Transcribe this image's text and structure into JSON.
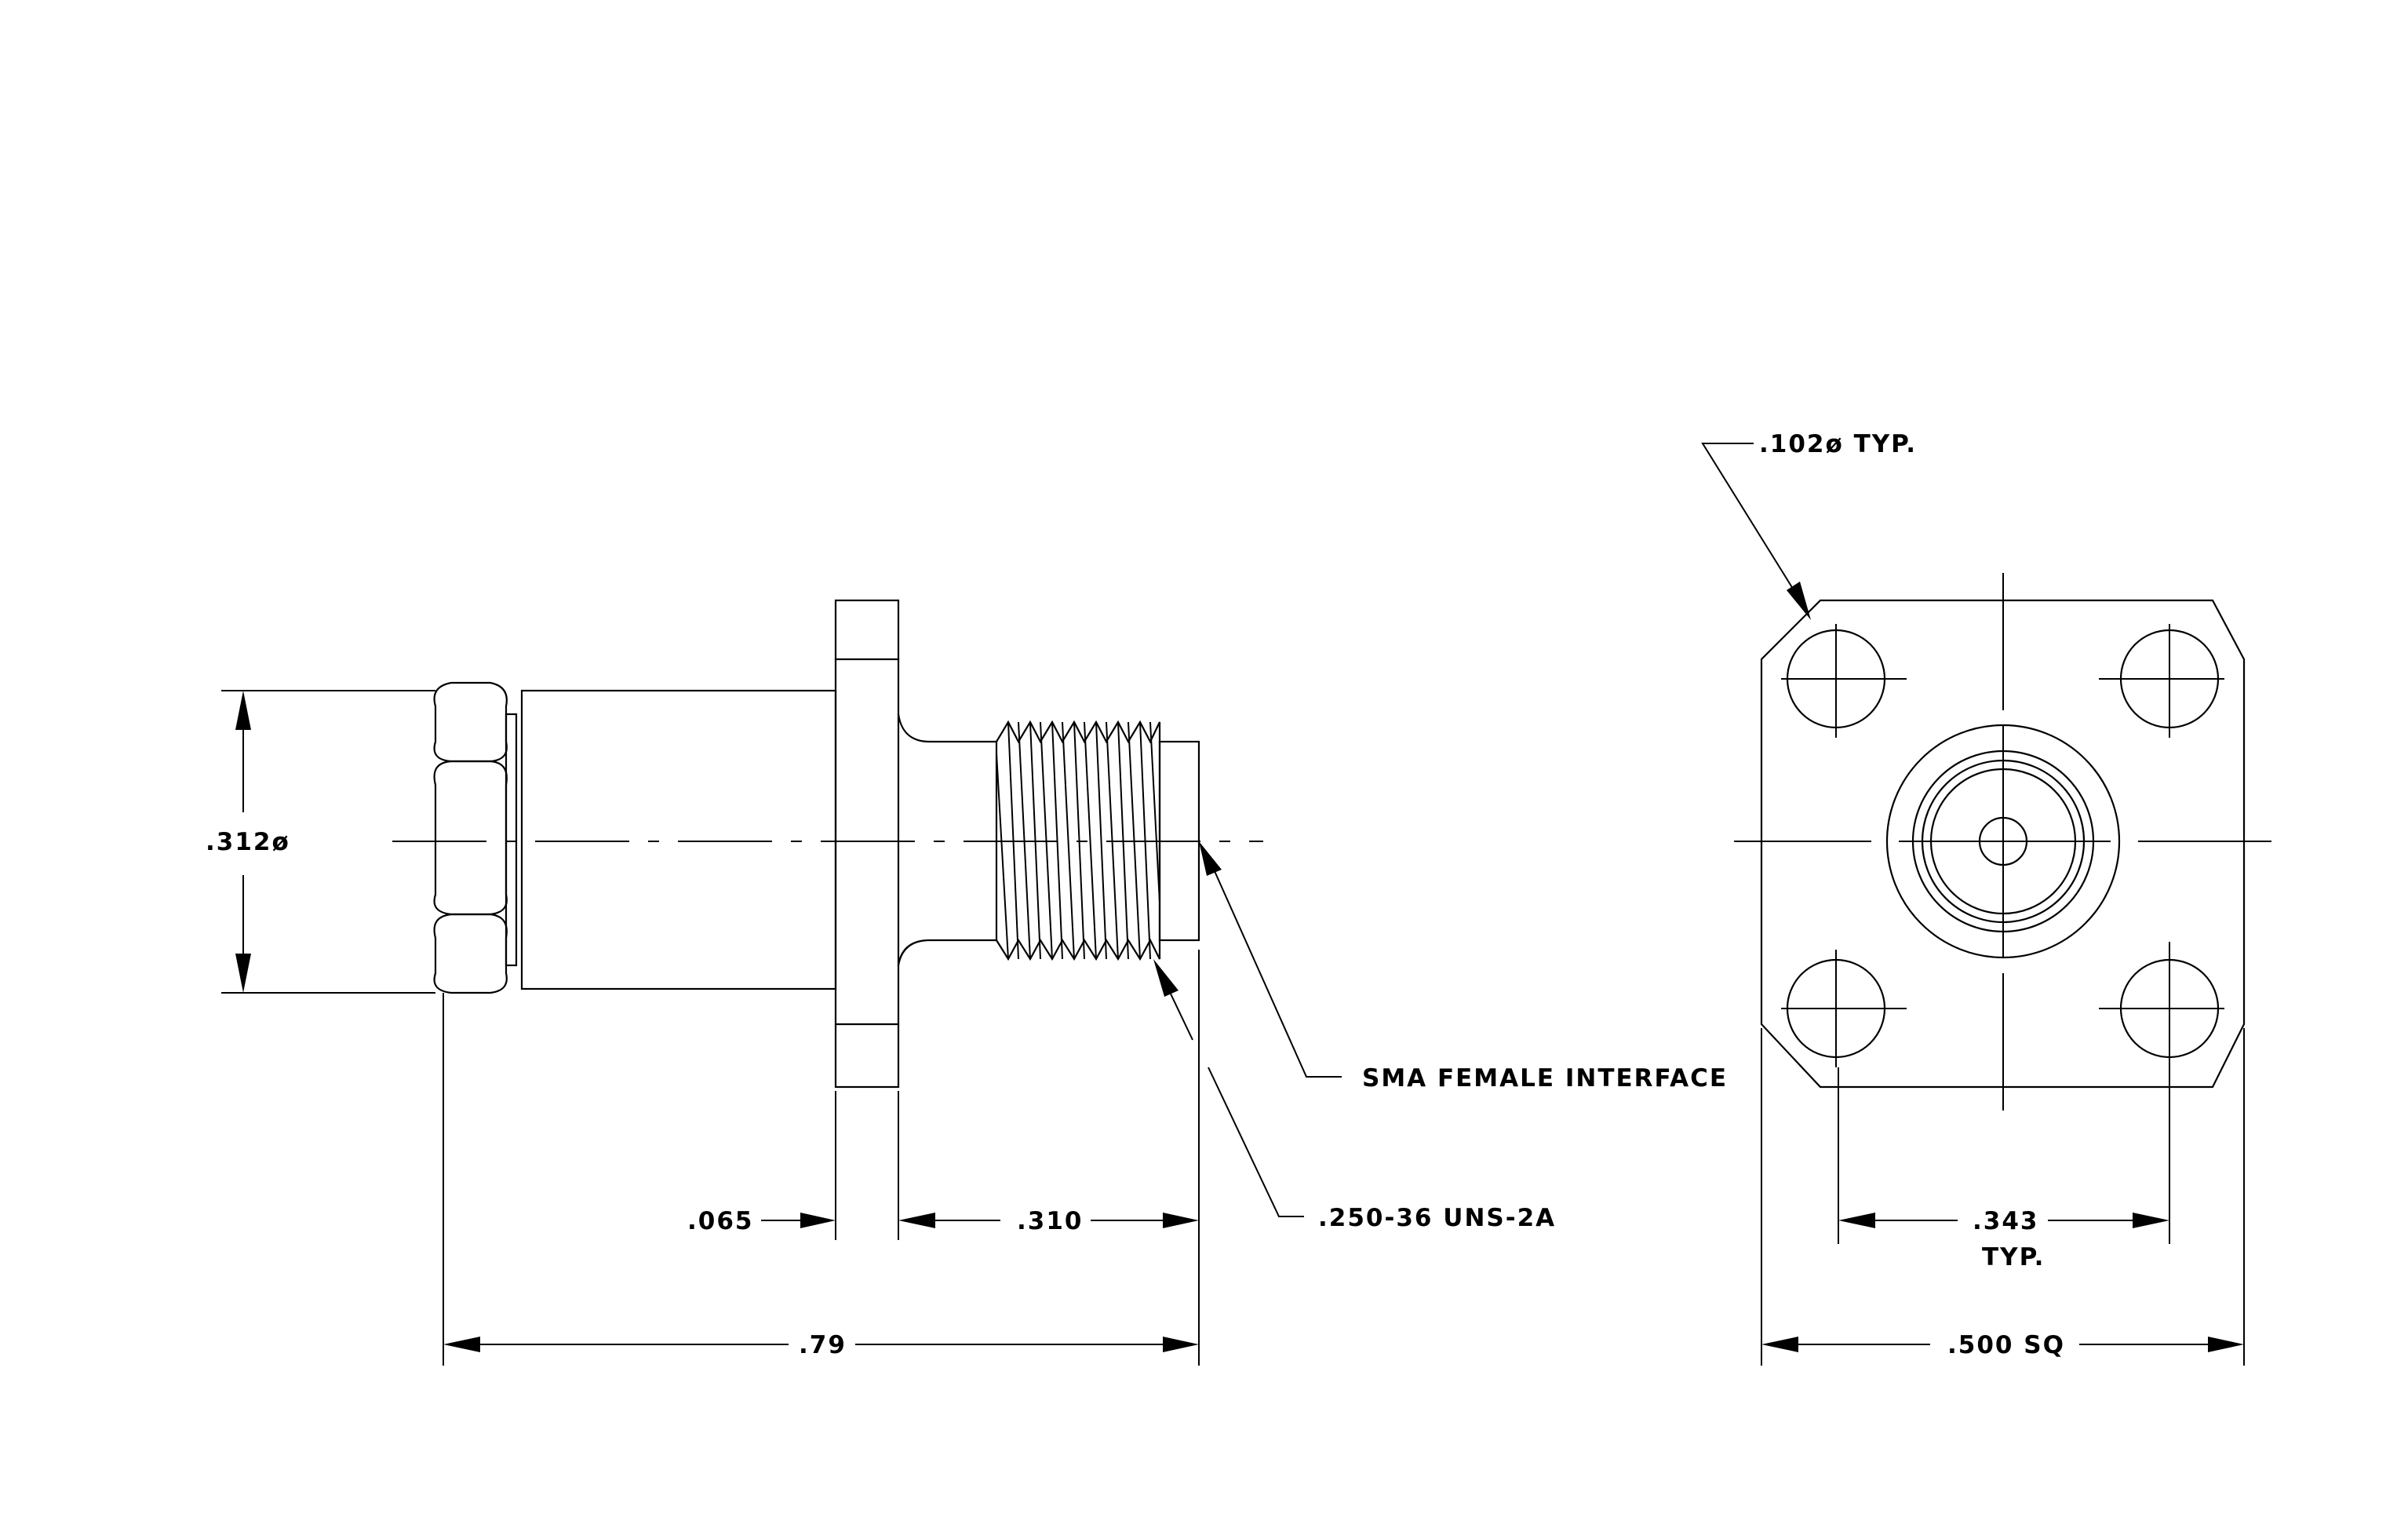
{
  "colors": {
    "line": "#000000",
    "background": "#ffffff"
  },
  "side_view": {
    "dim_diameter": ".312ø",
    "dim_flange_thickness": ".065",
    "dim_thread_length": ".310",
    "dim_overall_length": ".79",
    "callout_interface": "SMA FEMALE INTERFACE",
    "callout_thread": ".250-36 UNS-2A"
  },
  "end_view": {
    "callout_hole": ".102ø TYP.",
    "dim_hole_spacing": ".343",
    "dim_hole_spacing_note": "TYP.",
    "dim_square": ".500 SQ"
  }
}
